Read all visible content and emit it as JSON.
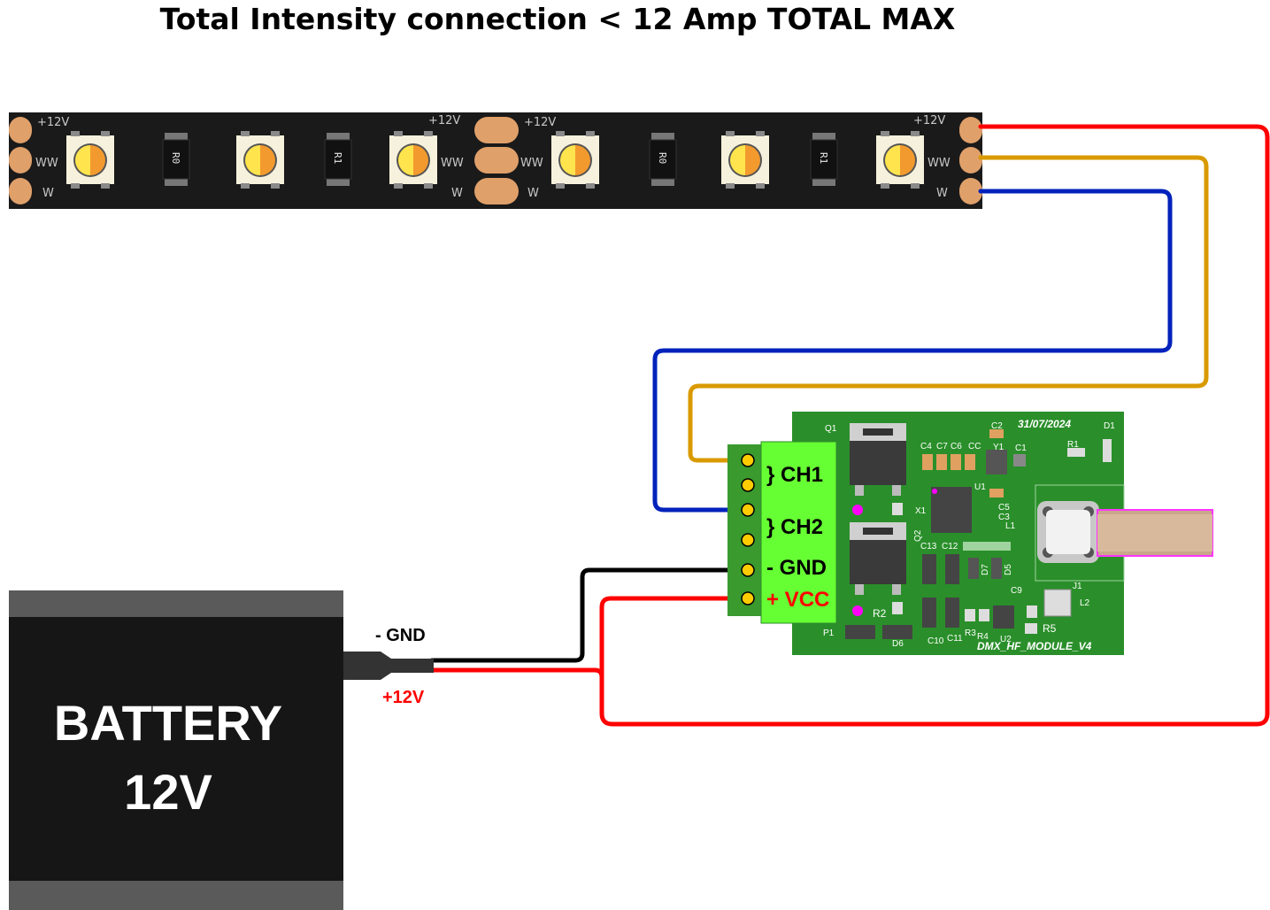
{
  "title": "Total Intensity connection < 12 Amp TOTAL MAX",
  "strip": {
    "pad_labels": [
      "+12V",
      "WW",
      "W"
    ],
    "resistor_labels": [
      "R0",
      "R1",
      "R0",
      "R1"
    ]
  },
  "terminal": {
    "ch1": "} CH1",
    "ch2": "} CH2",
    "gnd": "- GND",
    "vcc": "+ VCC"
  },
  "pcb": {
    "date": "31/07/2024",
    "name": "DMX_HF_MODULE_V4",
    "designators": [
      "Q1",
      "Q2",
      "C2",
      "Y1",
      "R1",
      "D1",
      "C4",
      "C7",
      "C6",
      "CC",
      "C1",
      "U1",
      "X1",
      "C5",
      "C3",
      "L1",
      "C13",
      "C12",
      "D7",
      "D5",
      "C9",
      "J1",
      "L2",
      "R2",
      "P1",
      "D6",
      "C10",
      "C11",
      "R3",
      "R4",
      "U2",
      "R5"
    ]
  },
  "battery": {
    "line1": "BATTERY",
    "line2": "12V",
    "gnd_label": "- GND",
    "pos_label": "+12V"
  },
  "colors": {
    "red_wire": "#ff0000",
    "orange_wire": "#d99a00",
    "blue_wire": "#0022bb",
    "black_wire": "#000000",
    "pcb_green": "#2a8f2a",
    "terminal_green": "#66ff33",
    "strip_black": "#1a1a1a"
  }
}
